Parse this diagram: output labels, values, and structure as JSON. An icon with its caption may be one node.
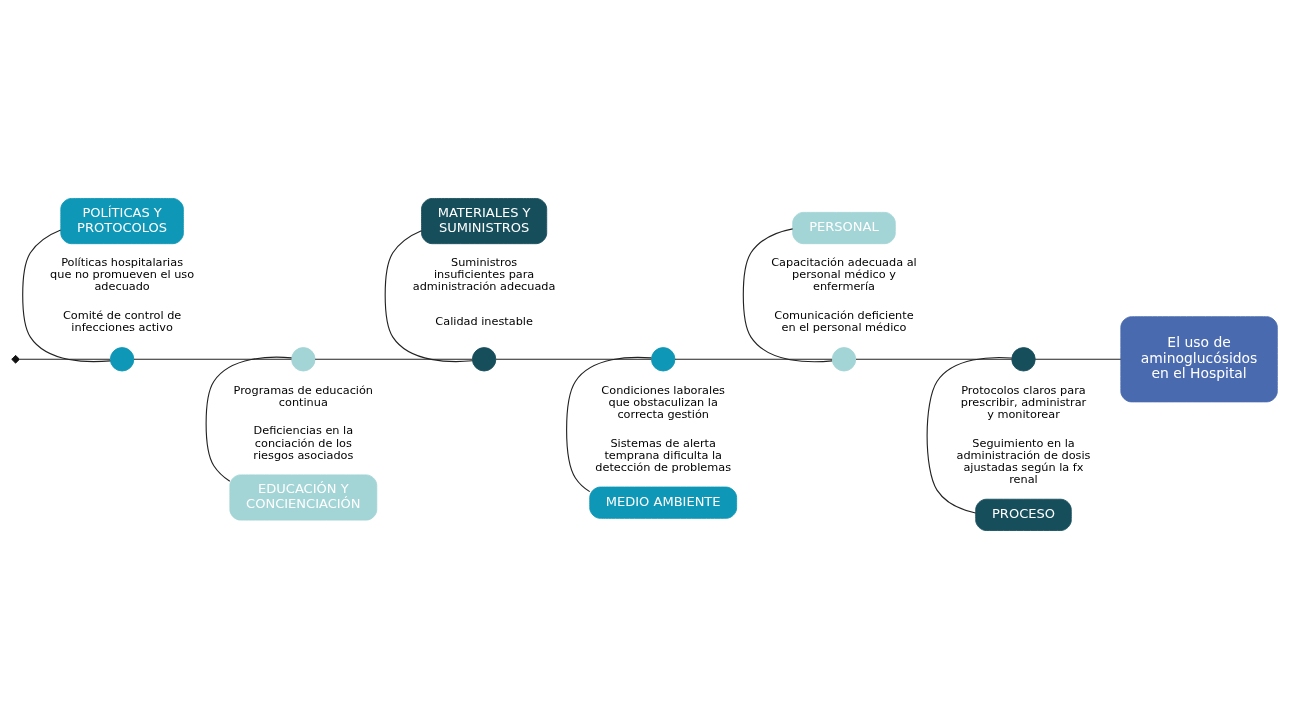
{
  "diagram": {
    "nodes": [
      {
        "text": [
          "POLÍTICAS Y PROTOCOLOS"
        ]
      },
      {
        "text": [
          "MATERIALES Y SUMINISTROS"
        ]
      },
      {
        "text": [
          "PERSONAL"
        ]
      },
      {
        "text": [
          "El uso de aminoglucósidos en el Hospital"
        ]
      },
      {
        "text": [
          "EDUCACIÓN Y CONCIENCIACIÓN"
        ]
      },
      {
        "text": [
          "MEDIO AMBIENTE"
        ]
      },
      {
        "text": [
          "PROCESO"
        ]
      },
      {
        "text": [],
        "shape": "diamond"
      },
      {
        "text": [],
        "shape": "circle"
      },
      {
        "text": [],
        "shape": "circle"
      },
      {
        "text": [],
        "shape": "circle"
      },
      {
        "text": [],
        "shape": "circle"
      },
      {
        "text": [],
        "shape": "circle"
      },
      {
        "text": [],
        "shape": "circle"
      }
    ],
    "edges": [
      {
        "from": 7,
        "to": 8,
        "arrow": "none"
      },
      {
        "from": 8,
        "to": 9,
        "arrow": "none"
      },
      {
        "from": 9,
        "to": 10,
        "arrow": "none"
      },
      {
        "from": 10,
        "to": 11,
        "arrow": "none"
      },
      {
        "from": 11,
        "to": 12,
        "arrow": "none"
      },
      {
        "from": 12,
        "to": 13,
        "arrow": "none"
      },
      {
        "from": 13,
        "to": 3,
        "arrow": "none"
      },
      {
        "from": 0,
        "to": 8,
        "arrow": "none"
      },
      {
        "from": 4,
        "to": 9,
        "arrow": "none"
      },
      {
        "from": 1,
        "to": 10,
        "arrow": "none"
      },
      {
        "from": 5,
        "to": 11,
        "arrow": "none"
      },
      {
        "from": 2,
        "to": 12,
        "arrow": "none"
      },
      {
        "from": 6,
        "to": 13,
        "arrow": "none"
      }
    ],
    "labels": [
      "Políticas hospitalarias que no promueven el uso adecuado",
      "Suministros insuficientes para administración adecuada",
      "Capacitación adecuada al personal médico y enfermería",
      "Comité de control de infecciones activo",
      "Calidad inestable",
      "Comunicación deficiente en el personal médico",
      "Programas de educación continua",
      "Condiciones laborales que obstaculizan la correcta gestión",
      "Protocolos claros para prescribir, administrar y monitorear",
      "Deficiencias en la conciación de los riesgos asociados",
      "Sistemas de alerta temprana dificulta la detección de problemas",
      "Seguimiento en la administración de dosis ajustadas según la fx renal"
    ]
  }
}
